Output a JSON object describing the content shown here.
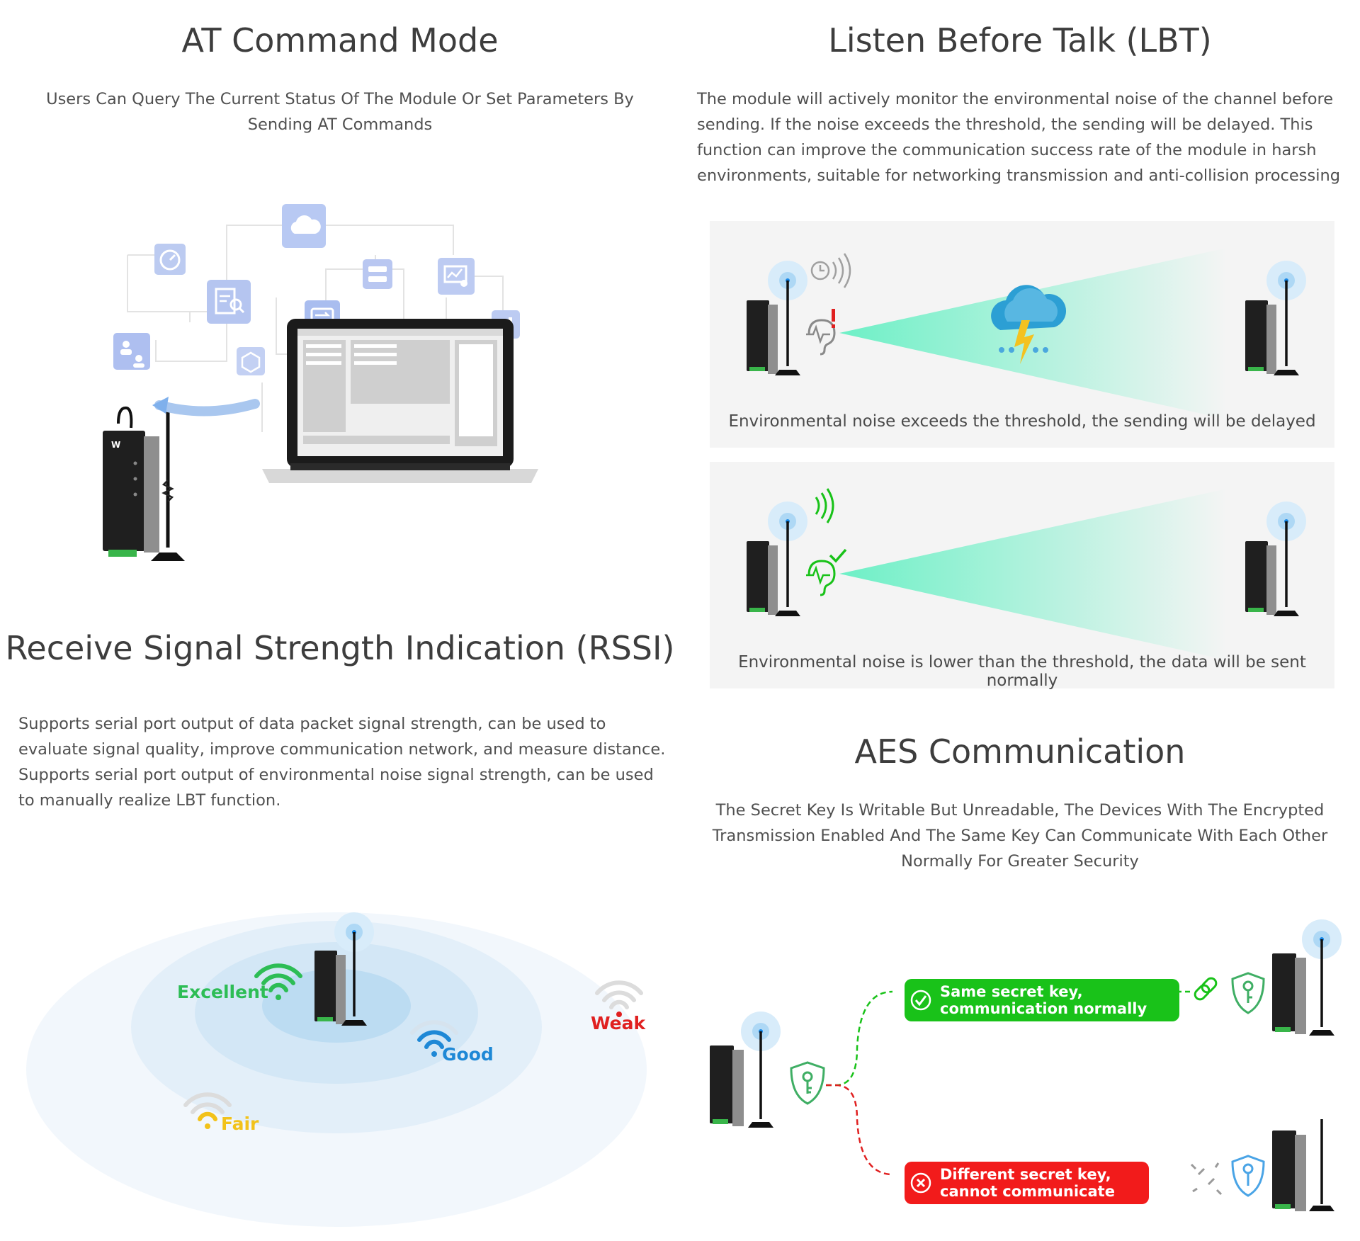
{
  "at": {
    "title": "AT Command Mode",
    "desc": "Users Can Query The Current Status Of The Module Or Set Parameters By Sending AT Commands"
  },
  "lbt": {
    "title": "Listen Before Talk (LBT)",
    "desc": "The module will actively monitor the environmental noise of the channel before sending. If the noise exceeds the threshold, the sending will be delayed. This function can improve the communication success rate of the module in harsh environments, suitable for networking transmission and anti-collision processing",
    "caption_delayed": "Environmental noise exceeds the threshold, the sending will be delayed",
    "caption_normal": "Environmental noise is lower than the threshold, the data will be sent normally"
  },
  "rssi": {
    "title": "Receive Signal Strength Indication (RSSI)",
    "desc": "Supports serial port output of data packet signal strength, can be used to evaluate signal quality, improve communication network, and measure distance. Supports serial port output of environmental noise signal strength, can be used to manually realize LBT function.",
    "levels": {
      "excellent": "Excellent",
      "good": "Good",
      "fair": "Fair",
      "weak": "Weak"
    }
  },
  "aes": {
    "title": "AES Communication",
    "desc": "The Secret Key Is Writable But Unreadable, The Devices With The Encrypted Transmission Enabled And The Same Key Can Communicate With Each Other Normally For Greater Security",
    "same_key": "Same secret key, communication normally",
    "diff_key": "Different secret key, cannot communicate"
  },
  "colors": {
    "excellent": "#2dbd55",
    "good": "#1e88d6",
    "fair": "#f2c21a",
    "weak": "#e02020",
    "success": "#19c219",
    "error": "#f21b1b",
    "beam": "#6df0c6"
  }
}
